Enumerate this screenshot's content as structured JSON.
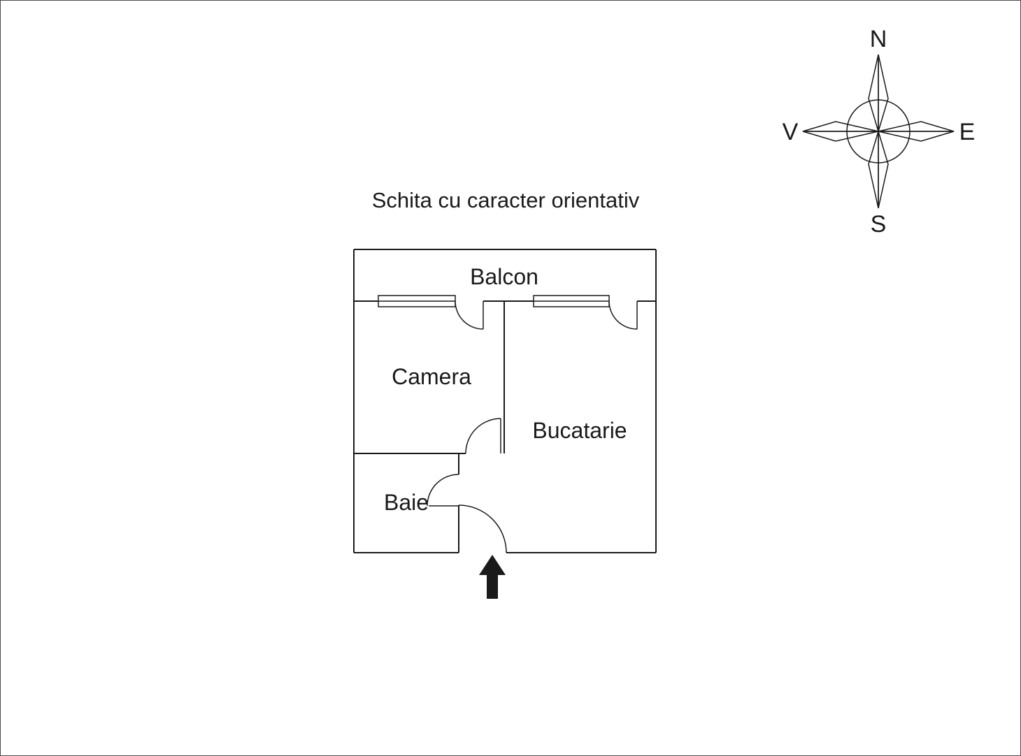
{
  "title": "Schita cu caracter orientativ",
  "compass": {
    "north": "N",
    "east": "E",
    "south": "S",
    "west": "V"
  },
  "rooms": {
    "balcony": "Balcon",
    "living": "Camera",
    "kitchen": "Bucatarie",
    "bath": "Baie"
  },
  "colors": {
    "line": "#1a1a1a",
    "background": "#ffffff"
  }
}
